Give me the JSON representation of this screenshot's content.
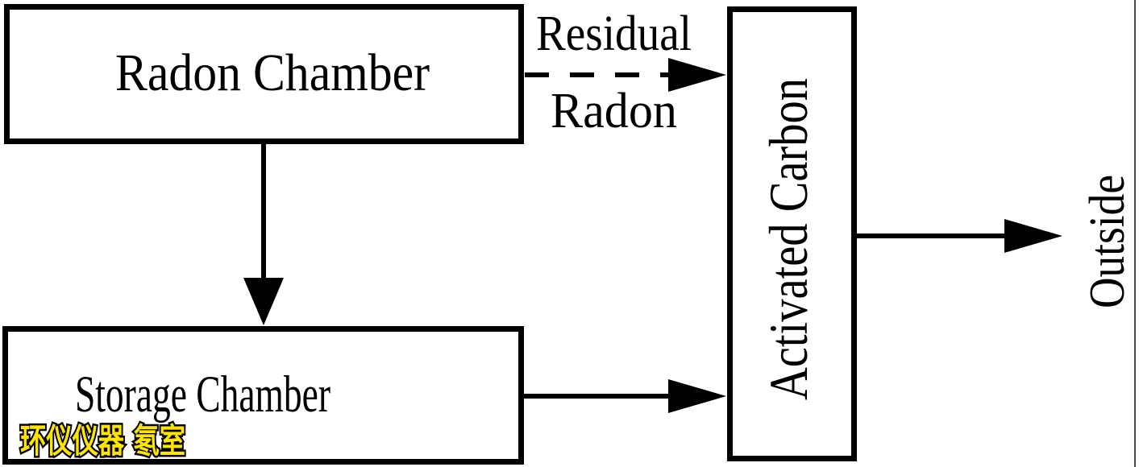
{
  "diagram": {
    "background_color": "#ffffff",
    "line_color": "#000000",
    "frame_line_color": "#4a4a4a",
    "nodes": {
      "radon_chamber": {
        "label": "Radon Chamber"
      },
      "storage_chamber": {
        "label": "Storage Chamber"
      },
      "activated_carbon": {
        "label": "Activated Carbon",
        "text_orientation": "vertical-bottom-to-top"
      }
    },
    "outside": {
      "label": "Outside",
      "text_orientation": "vertical-bottom-to-top"
    },
    "dashed_edge_label": {
      "line1": "Residual",
      "line2": "Radon"
    },
    "edges": [
      {
        "from": "Radon Chamber",
        "to": "Activated Carbon",
        "style": "dashed",
        "label": "Residual Radon"
      },
      {
        "from": "Radon Chamber",
        "to": "Storage Chamber",
        "style": "solid"
      },
      {
        "from": "Storage Chamber",
        "to": "Activated Carbon",
        "style": "solid"
      },
      {
        "from": "Activated Carbon",
        "to": "Outside",
        "style": "solid"
      }
    ],
    "watermark": {
      "text": "环仪仪器 氡室",
      "fill_color": "#ffe400",
      "outline_color": "#000000"
    }
  }
}
